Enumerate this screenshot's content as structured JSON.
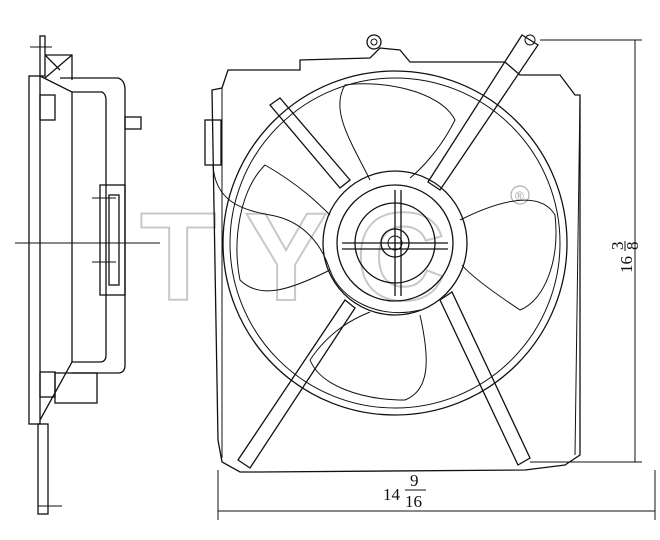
{
  "drawing": {
    "watermark": {
      "logo_text": "TYC",
      "registered_mark": "®"
    },
    "dimensions": {
      "height": {
        "whole": "16",
        "numerator": "3",
        "denominator": "8"
      },
      "width": {
        "whole": "14",
        "numerator": "9",
        "denominator": "16"
      }
    }
  }
}
